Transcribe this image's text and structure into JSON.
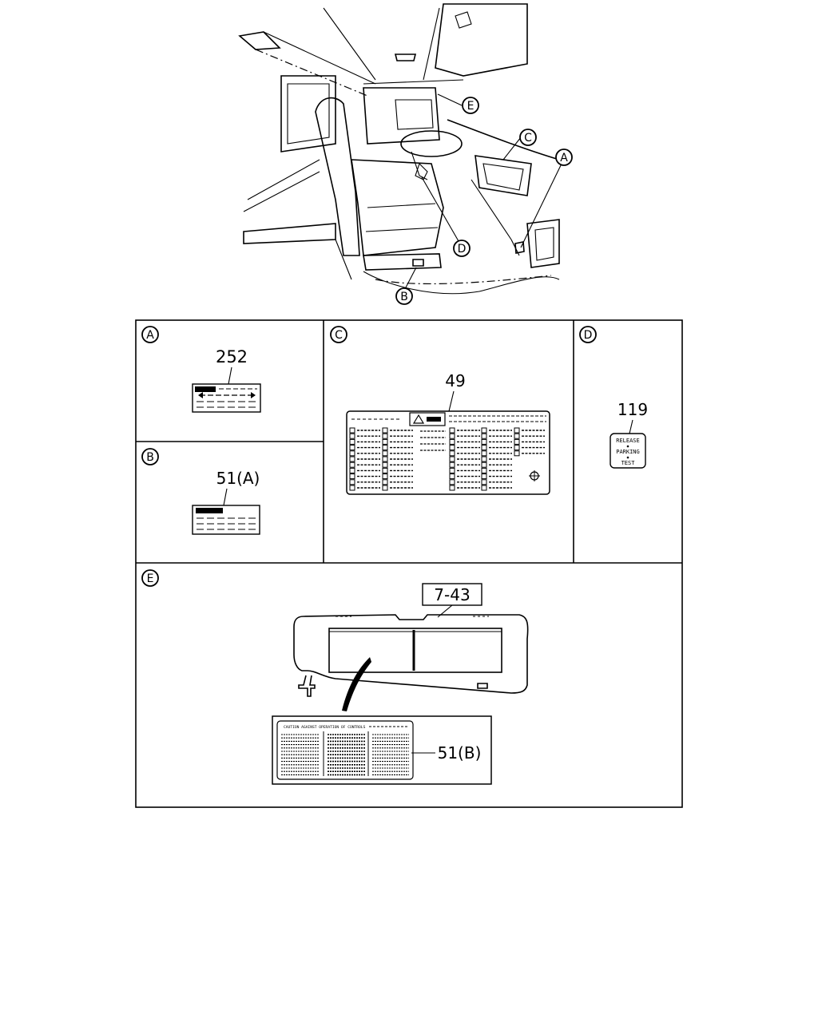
{
  "callouts": {
    "a": "A",
    "b": "B",
    "c": "C",
    "d": "D",
    "e": "E"
  },
  "panels": {
    "a": {
      "letter": "A",
      "part": "252"
    },
    "b": {
      "letter": "B",
      "part": "51(A)"
    },
    "c": {
      "letter": "C",
      "part": "49"
    },
    "d": {
      "letter": "D",
      "part": "119",
      "label_lines": [
        "RELEASE",
        "PARKING",
        "TEST"
      ]
    },
    "e": {
      "letter": "E",
      "part_top": "7-43",
      "part_label": "51(B)",
      "label_heading": "CAUTION AGAINST OPERATION OF CONTROLS"
    }
  },
  "icons": {
    "warning": "warning-triangle-icon",
    "arrows": "double-arrow-icon",
    "target": "crosshair-icon"
  }
}
